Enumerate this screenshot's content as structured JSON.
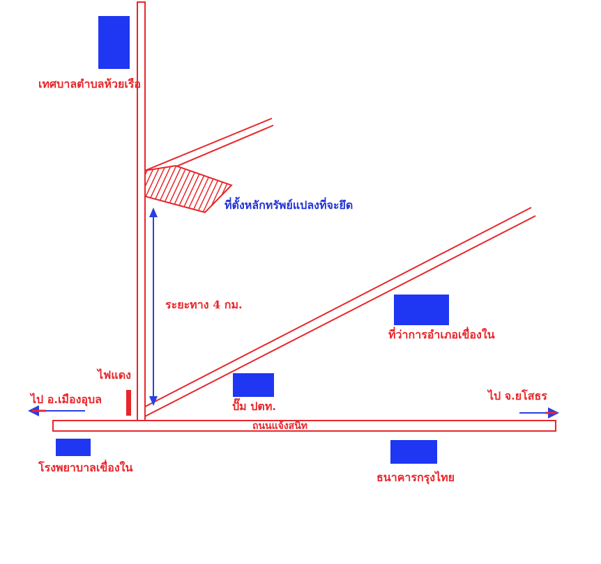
{
  "map": {
    "colors": {
      "road": "#e8262a",
      "building": "#1f36f2",
      "distance_arrow": "#2a3fe0",
      "label_red": "#e8262a",
      "label_blue": "#2233d8"
    },
    "landmarks": {
      "municipality": "เทศบาลตำบลห้วยเรือ",
      "district_office": "ที่ว่าการอำเภอเขื่องใน",
      "gas_station": "ปั๊ม ปตท.",
      "hospital": "โรงพยาบาลเขื่องใน",
      "bank": "ธนาคารกรุงไทย",
      "traffic_light": "ไฟแดง"
    },
    "plot_label": "ที่ตั้งหลักทรัพย์แปลงที่จะยึด",
    "distance_label": "ระยะทาง 4 กม.",
    "main_road_label": "ถนนแจ้งสนิท",
    "direction_west": "ไป อ.เมืองอุบล",
    "direction_east": "ไป จ.ยโสธร"
  }
}
